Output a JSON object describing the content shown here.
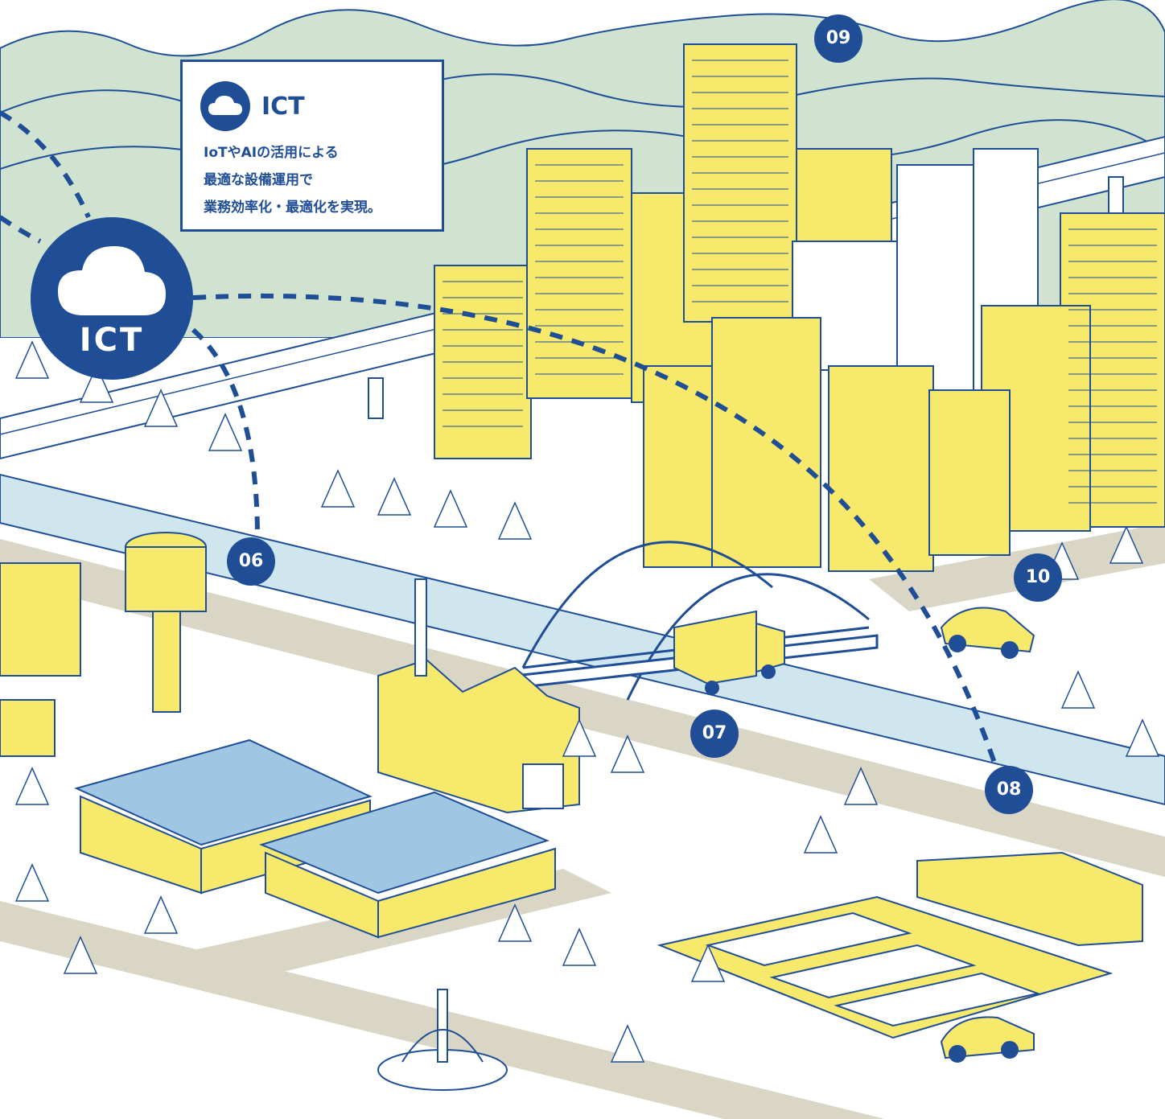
{
  "ict_card": {
    "title": "ICT",
    "lines": [
      "IoTやAIの活用による",
      "最適な設備運用で",
      "業務効率化・最適化を実現。"
    ]
  },
  "hub": {
    "label": "ICT"
  },
  "markers": [
    "06",
    "07",
    "08",
    "09",
    "10"
  ],
  "colors": {
    "brand_blue": "#1f4e96",
    "building_yellow": "#f6e96b",
    "river_blue": "#cfe6ef",
    "road_gray": "#d9d6c5",
    "hill_green": "#cfe3d0"
  }
}
